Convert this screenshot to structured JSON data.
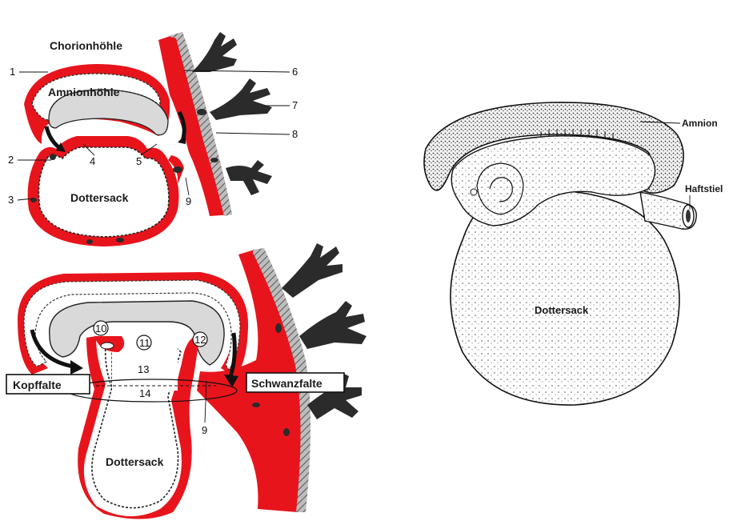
{
  "figure_a": {
    "chorion_cavity": "Chorionhöhle",
    "amnion_cavity": "Amnionhöhle",
    "yolk_sac": "Dottersack",
    "numbers": [
      "1",
      "2",
      "3",
      "4",
      "5",
      "6",
      "7",
      "8",
      "9"
    ]
  },
  "figure_b": {
    "yolk_sac": "Dottersack",
    "head_fold": "Kopffalte",
    "tail_fold": "Schwanzfalte",
    "numbers": [
      "9",
      "10",
      "11",
      "12",
      "13",
      "14"
    ]
  },
  "figure_c": {
    "amnion": "Amnion",
    "body_stalk": "Haftstiel",
    "yolk_sac": "Dottersack"
  },
  "colors": {
    "red": "#e8141c",
    "dark": "#2b2b2b",
    "stipple": "#d9d9d9"
  }
}
